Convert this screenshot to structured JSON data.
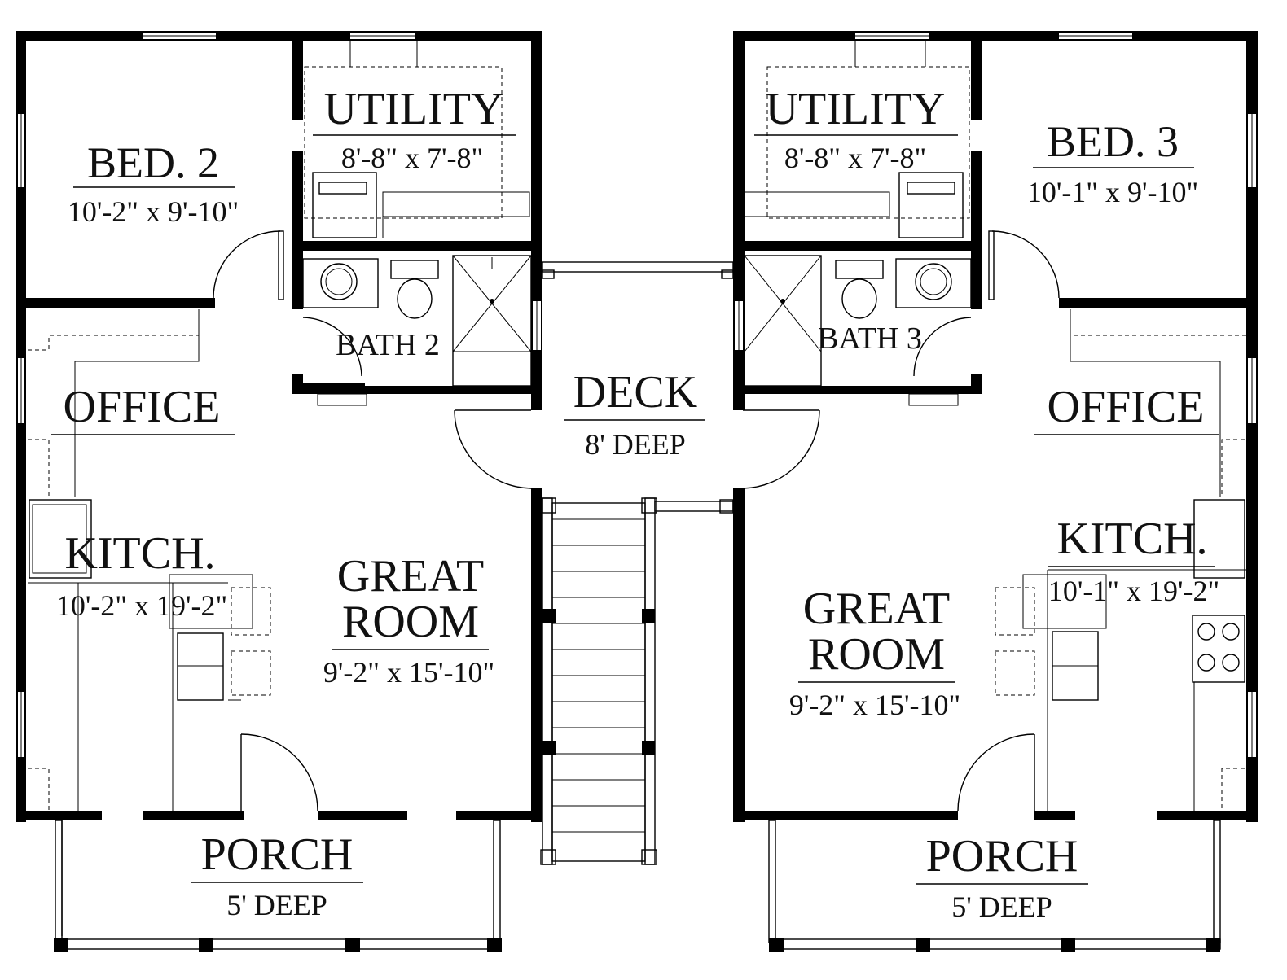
{
  "colors": {
    "ink": "#000000",
    "paper": "#ffffff"
  },
  "left_unit": {
    "bed": {
      "name": "BED. 2",
      "dim": "10'-2\" x 9'-10\""
    },
    "utility": {
      "name": "UTILITY",
      "dim": "8'-8\" x 7'-8\""
    },
    "bath": {
      "name": "BATH 2"
    },
    "office": {
      "name": "OFFICE"
    },
    "kitchen": {
      "name": "KITCH.",
      "dim": "10'-2\" x 19'-2\""
    },
    "great_room": {
      "name_line1": "GREAT",
      "name_line2": "ROOM",
      "dim": "9'-2\" x 15'-10\""
    },
    "porch": {
      "name": "PORCH",
      "dim": "5' DEEP"
    }
  },
  "right_unit": {
    "bed": {
      "name": "BED. 3",
      "dim": "10'-1\" x 9'-10\""
    },
    "utility": {
      "name": "UTILITY",
      "dim": "8'-8\" x 7'-8\""
    },
    "bath": {
      "name": "BATH 3"
    },
    "office": {
      "name": "OFFICE"
    },
    "kitchen": {
      "name": "KITCH.",
      "dim": "10'-1\" x 19'-2\""
    },
    "great_room": {
      "name_line1": "GREAT",
      "name_line2": "ROOM",
      "dim": "9'-2\" x 15'-10\""
    },
    "porch": {
      "name": "PORCH",
      "dim": "5' DEEP"
    }
  },
  "deck": {
    "name": "DECK",
    "dim": "8' DEEP"
  }
}
